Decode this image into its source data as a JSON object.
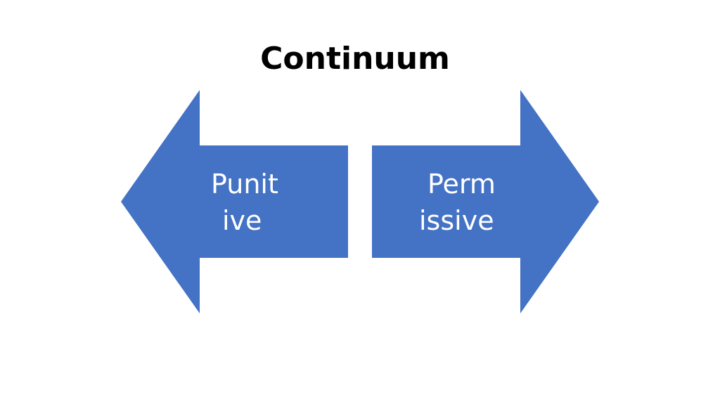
{
  "title": "Continuum",
  "arrows": {
    "left": {
      "label_line_1": "Punit",
      "label_line_2": "ive",
      "direction": "left"
    },
    "right": {
      "label_line_1": "Perm",
      "label_line_2": "issive",
      "direction": "right"
    },
    "fill_color": "#4472C4",
    "text_color": "#FFFFFF"
  }
}
